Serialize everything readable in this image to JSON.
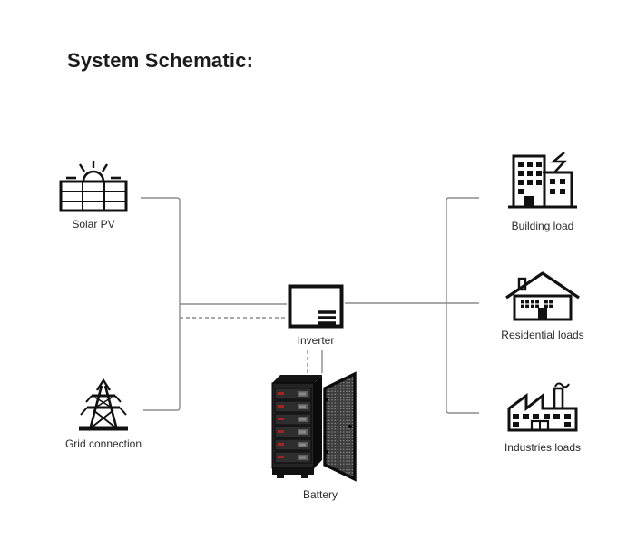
{
  "title": "System Schematic:",
  "colors": {
    "background": "#ffffff",
    "wire": "#8c8c8c",
    "icon_stroke": "#111111",
    "label_text": "#2b2b2b",
    "battery_body": "#232323",
    "battery_indicator_red": "#a82222"
  },
  "nodes": {
    "solar_pv": {
      "label": "Solar PV",
      "icon": "solar-panel-icon"
    },
    "grid": {
      "label": "Grid connection",
      "icon": "transmission-tower-icon"
    },
    "inverter": {
      "label": "Inverter",
      "icon": "inverter-box-icon"
    },
    "battery": {
      "label": "Battery",
      "icon": "battery-cabinet-icon"
    },
    "building": {
      "label": "Building load",
      "icon": "office-building-icon"
    },
    "residential": {
      "label": "Residential loads",
      "icon": "house-icon"
    },
    "industries": {
      "label": "Industries loads",
      "icon": "factory-icon"
    }
  }
}
